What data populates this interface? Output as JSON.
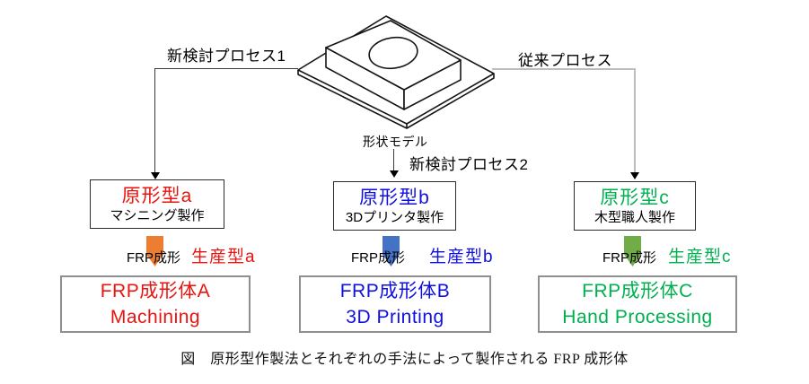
{
  "labels": {
    "process_left": "新検討プロセス1",
    "process_center": "新検討プロセス2",
    "process_right": "従来プロセス",
    "shape_model": "形状モデル"
  },
  "columns": [
    {
      "master_name": "原形型a",
      "master_method": "マシニング製作",
      "molding_label": "FRP成形",
      "production_name": "生産型a",
      "product_line1": "FRP成形体A",
      "product_line2": "Machining",
      "text_color": "#e81410",
      "arrow_color": "#ed7d31"
    },
    {
      "master_name": "原形型b",
      "master_method": "3Dプリンタ製作",
      "molding_label": "FRP成形",
      "production_name": "生産型b",
      "product_line1": "FRP成形体B",
      "product_line2": "3D Printing",
      "text_color": "#0f0fe0",
      "arrow_color": "#4472c4"
    },
    {
      "master_name": "原形型c",
      "master_method": "木型職人製作",
      "molding_label": "FRP成形",
      "production_name": "生産型c",
      "product_line1": "FRP成形体C",
      "product_line2": "Hand Processing",
      "text_color": "#00b050",
      "arrow_color": "#70ad47"
    }
  ],
  "caption": "図　原形型作製法とそれぞれの手法によって製作される FRP 成形体"
}
